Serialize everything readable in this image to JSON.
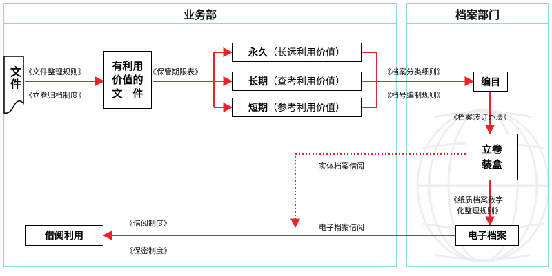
{
  "sections": {
    "business": "业务部",
    "archives": "档案部门"
  },
  "nodes": {
    "file": "文件",
    "valuable_line1": "有利用",
    "valuable_line2": "价值的",
    "valuable_line3": "文　件",
    "permanent_term": "永久",
    "permanent_desc": "（长远利用价值）",
    "longterm_term": "长期",
    "longterm_desc": "（查考利用价值）",
    "shortterm_term": "短期",
    "shortterm_desc": "（参考利用价值）",
    "catalog": "编目",
    "binding_line1": "立卷",
    "binding_line2": "装盒",
    "electronic": "电子档案",
    "borrow": "借阅利用"
  },
  "labels": {
    "file_rules": "《文件整理规则》",
    "volume_rules": "《立卷归档制度》",
    "retention": "《保管期限表》",
    "classification": "《档案分类细则》",
    "numbering": "《档号编制规则》",
    "binding_method": "《档案装订办法》",
    "digitize_line1": "《纸质档案数字",
    "digitize_line2": "化整理规则》",
    "physical_borrow": "实体档案借阅",
    "electronic_borrow": "电子档案借阅",
    "borrow_rules": "《借阅制度》",
    "secrecy_rules": "《保密制度》"
  },
  "colors": {
    "panel_border": "#8fd6ea",
    "arrow": "#e8242b"
  }
}
